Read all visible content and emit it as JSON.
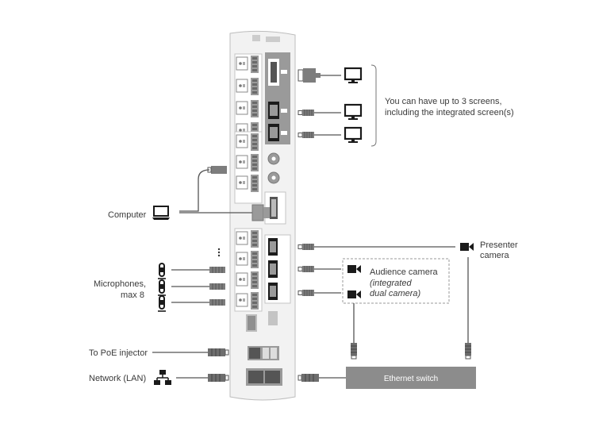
{
  "screens_note": {
    "line1": "You can have up to 3 screens,",
    "line2": "including the integrated screen(s)"
  },
  "computer_label": "Computer",
  "microphones_label": {
    "line1": "Microphones,",
    "line2": "max 8"
  },
  "poe_label": "To PoE injector",
  "network_label": "Network (LAN)",
  "presenter_camera_label": {
    "line1": "Presenter",
    "line2": "camera"
  },
  "audience_camera_label": {
    "line1": "Audience camera",
    "line2": "(integrated",
    "line3": "dual camera)"
  },
  "ethernet_switch_label": "Ethernet switch",
  "colors": {
    "line": "#555555",
    "panel": "#f0f0f0",
    "block": "#9a9a9a",
    "dark": "#1a1a1a",
    "switch": "#8c8c8c"
  },
  "icons": [
    "monitor-icon",
    "laptop-icon",
    "microphone-icon",
    "camera-icon",
    "network-icon",
    "connector-icon"
  ]
}
